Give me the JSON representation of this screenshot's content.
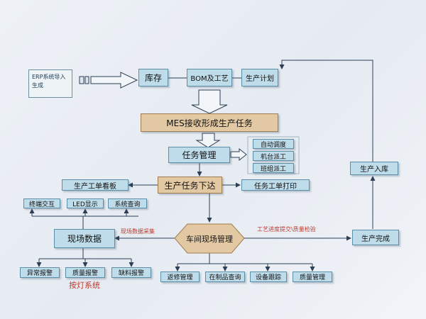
{
  "erp": {
    "line1": "ERP系统导入",
    "line2": "生成"
  },
  "nodes": {
    "inventory": "库存",
    "bom": "BOM及工艺",
    "plan": "生产计划",
    "mes": "MES接收形成生产任务",
    "task_mgmt": "任务管理",
    "auto_schedule": "自动调度",
    "machine_dispatch": "机台派工",
    "team_dispatch": "班组派工",
    "dispatch": "生产任务下达",
    "kanban": "生产工单看板",
    "print": "任务工单打印",
    "terminal": "终端交互",
    "led": "LED显示",
    "query": "系统查询",
    "field_data": "现场数据",
    "workshop": "车间现场管理",
    "alarm_abnormal": "异常报警",
    "alarm_quality": "质量报警",
    "alarm_material": "缺料报警",
    "andon": "按灯系统",
    "trace": "返修管理",
    "wip": "在制品查询",
    "equipment": "设备跟踪",
    "quality": "质量管理",
    "complete": "生产完成",
    "warehouse": "生产入库"
  },
  "labels": {
    "collect": "现场数据采集",
    "submit": "工艺进度提交\\质量检验"
  },
  "colors": {
    "box": "#bfdcea",
    "tan": "#e3c9a3",
    "line": "#2b3f55",
    "red": "#c0392b"
  }
}
